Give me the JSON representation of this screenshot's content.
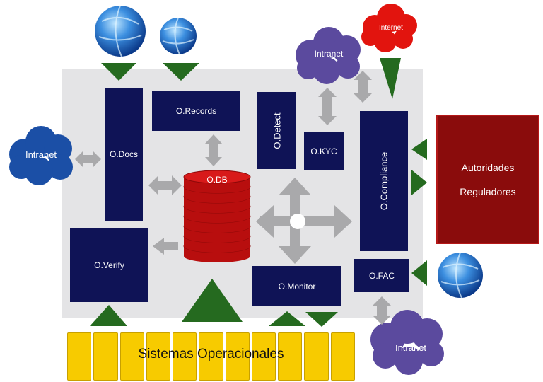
{
  "clouds": {
    "intranet_left": "Intranet",
    "intranet_top": "Intranet",
    "internet_top": "Internet",
    "intranet_bottom": "Intranet"
  },
  "modules": {
    "docs": "O.Docs",
    "records": "O.Records",
    "detect": "O.Detect",
    "kyc": "O.KYC",
    "compliance": "O.Compliance",
    "db": "O.DB",
    "verify": "O.Verify",
    "monitor": "O.Monitor",
    "fac": "O.FAC"
  },
  "authorities": {
    "line1": "Autoridades",
    "line2": "Reguladores"
  },
  "systems": {
    "label": "Sistemas Operacionales",
    "segment_count": 11
  },
  "colors": {
    "module": "#0f1356",
    "panel": "#e4e4e6",
    "db": "#cc1111",
    "authorities": "#8a0c0c",
    "systems": "#f7cb00",
    "arrow_green": "#256a1f",
    "connector_gray": "#a9a9ab",
    "cloud_purple": "#5b4a9e",
    "cloud_blue": "#1b4fa6",
    "cloud_red": "#e2140e"
  }
}
